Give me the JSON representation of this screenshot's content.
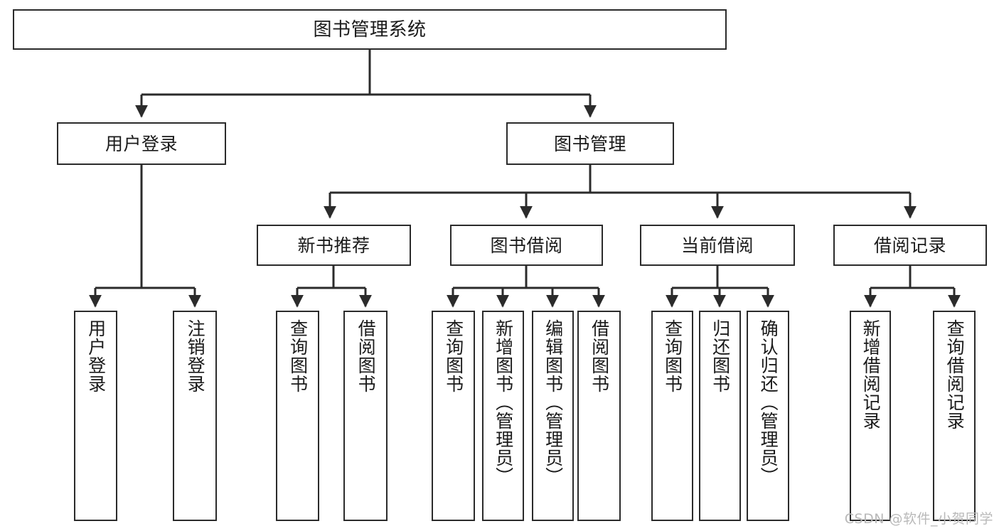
{
  "diagram": {
    "title": "图书管理系统",
    "type": "hierarchy-tree",
    "colors": {
      "box_border": "#2b2b2b",
      "box_fill": "#ffffff",
      "connector": "#2b2b2b",
      "background": "#ffffff",
      "watermark": "#b9b9b9"
    },
    "levels": {
      "root": {
        "label": "图书管理系统"
      },
      "level2": [
        {
          "label": "用户登录"
        },
        {
          "label": "图书管理"
        }
      ],
      "level3": [
        {
          "label": "新书推荐"
        },
        {
          "label": "图书借阅"
        },
        {
          "label": "当前借阅"
        },
        {
          "label": "借阅记录"
        }
      ],
      "leaves": {
        "user_login": [
          {
            "label": "用户登录"
          },
          {
            "label": "注销登录"
          }
        ],
        "new_book_recommend": [
          {
            "label": "查询图书"
          },
          {
            "label": "借阅图书"
          }
        ],
        "book_borrow": [
          {
            "label": "查询图书"
          },
          {
            "label": "新增图书（管理员）"
          },
          {
            "label": "编辑图书（管理员）"
          },
          {
            "label": "借阅图书"
          }
        ],
        "current_borrow": [
          {
            "label": "查询图书"
          },
          {
            "label": "归还图书"
          },
          {
            "label": "确认归还（管理员）"
          }
        ],
        "borrow_record": [
          {
            "label": "新增借阅记录"
          },
          {
            "label": "查询借阅记录"
          }
        ]
      }
    },
    "watermark": "CSDN @软件_小贺同学"
  }
}
